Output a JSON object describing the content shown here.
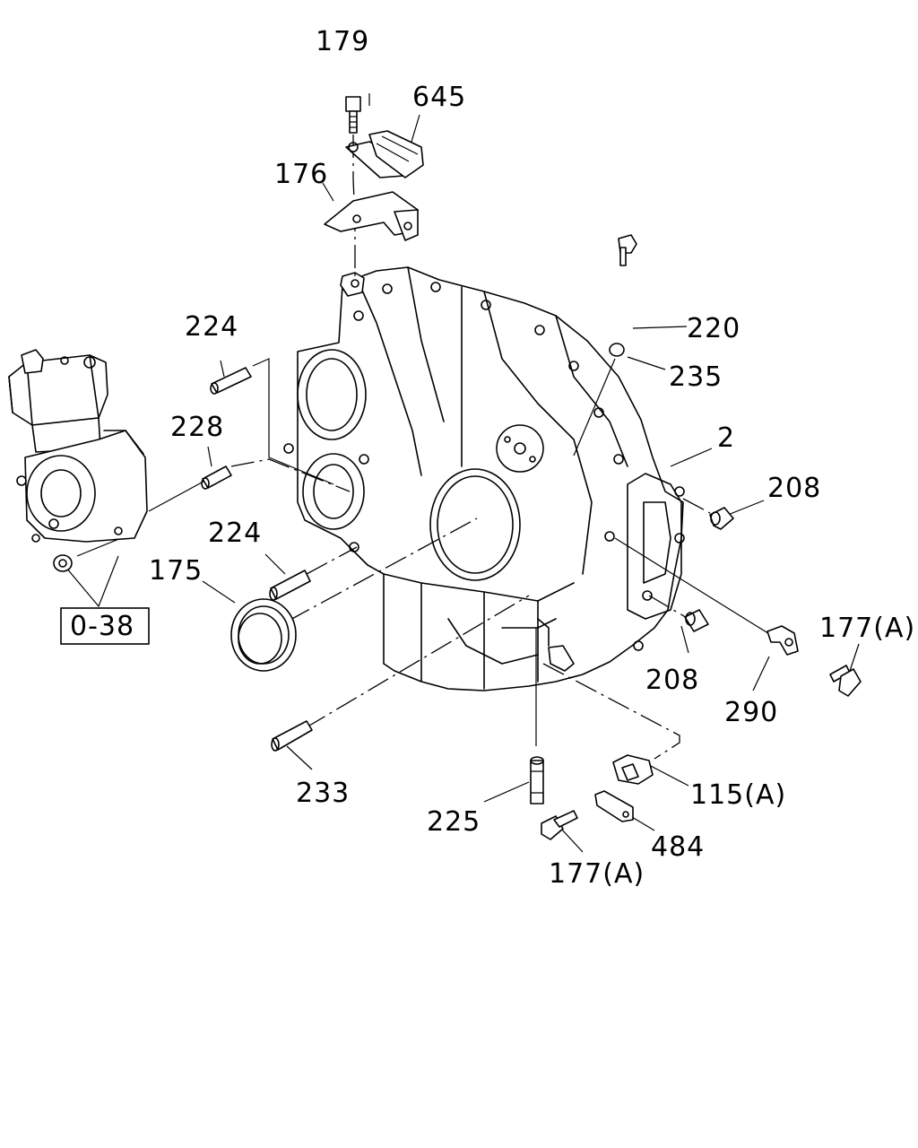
{
  "part_labels": {
    "p179": "179",
    "p645": "645",
    "p176": "176",
    "p224_top": "224",
    "p220": "220",
    "p235": "235",
    "p228": "228",
    "p2": "2",
    "p208_right": "208",
    "p224_mid": "224",
    "p175": "175",
    "p0_38": "0-38",
    "p177a_right": "177(A)",
    "p208_low": "208",
    "p290": "290",
    "p233": "233",
    "p115a": "115(A)",
    "p225": "225",
    "p484": "484",
    "p177a_bottom": "177(A)"
  }
}
